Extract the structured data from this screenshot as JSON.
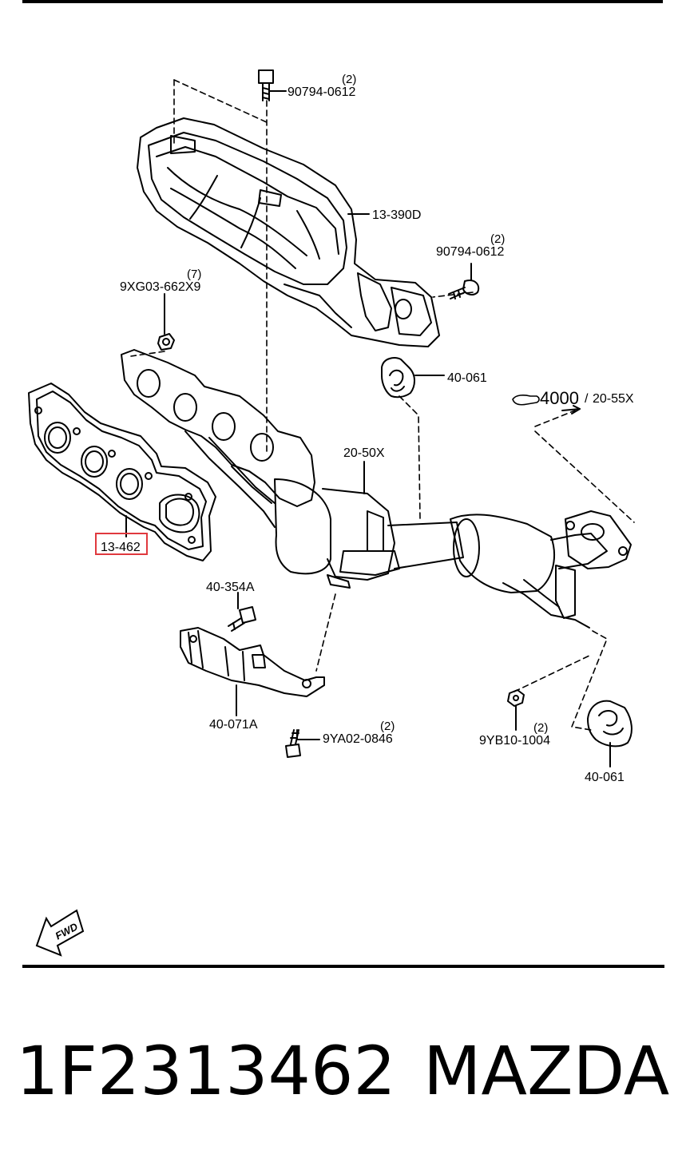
{
  "callouts": [
    {
      "id": "p90794_0612_top",
      "code": "90794-0612",
      "qty": "(2)"
    },
    {
      "id": "p13_390D",
      "code": "13-390D"
    },
    {
      "id": "p90794_0612_right",
      "code": "90794-0612",
      "qty": "(2)"
    },
    {
      "id": "p9XG03",
      "code": "9XG03-662X9",
      "qty": "(7)"
    },
    {
      "id": "p40_061_top",
      "code": "40-061"
    },
    {
      "id": "p4000",
      "code": "4000",
      "sub": "20-55X"
    },
    {
      "id": "p20_50X",
      "code": "20-50X"
    },
    {
      "id": "p13_462",
      "code": "13-462"
    },
    {
      "id": "p40_354A",
      "code": "40-354A"
    },
    {
      "id": "p40_071A",
      "code": "40-071A"
    },
    {
      "id": "p9YA02",
      "code": "9YA02-0846",
      "qty": "(2)"
    },
    {
      "id": "p9YB10",
      "code": "9YB10-1004",
      "qty": "(2)"
    },
    {
      "id": "p40_061_bottom",
      "code": "40-061"
    }
  ],
  "fwd_label": "FWD",
  "highlight_color": "#e0393e",
  "footer": {
    "part_number": "1F2313462",
    "brand": "MAZDA"
  }
}
